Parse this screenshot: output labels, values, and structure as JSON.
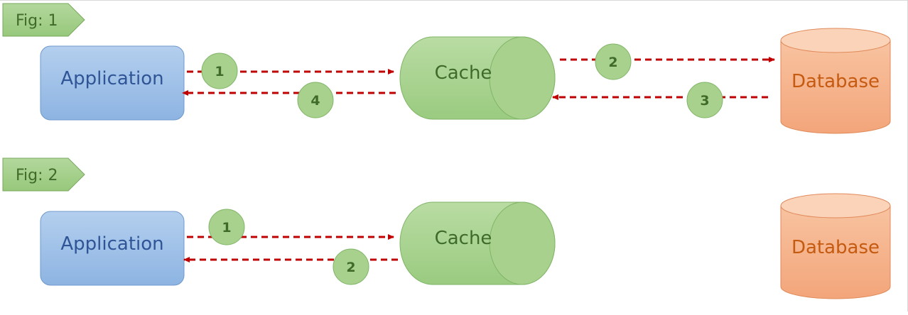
{
  "figures": [
    {
      "tag": "Fig: 1",
      "application": "Application",
      "cache": "Cache",
      "database": "Database",
      "steps": [
        "1",
        "4",
        "2",
        "3"
      ]
    },
    {
      "tag": "Fig: 2",
      "application": "Application",
      "cache": "Cache",
      "database": "Database",
      "steps": [
        "1",
        "2"
      ]
    }
  ],
  "colors": {
    "application_fill": "#9dc3e6",
    "application_text": "#2f5597",
    "cache_fill": "#a9d18e",
    "cache_text": "#3f6b2a",
    "database_fill": "#f4b183",
    "database_text": "#c55a11",
    "arrow": "#c00000"
  }
}
